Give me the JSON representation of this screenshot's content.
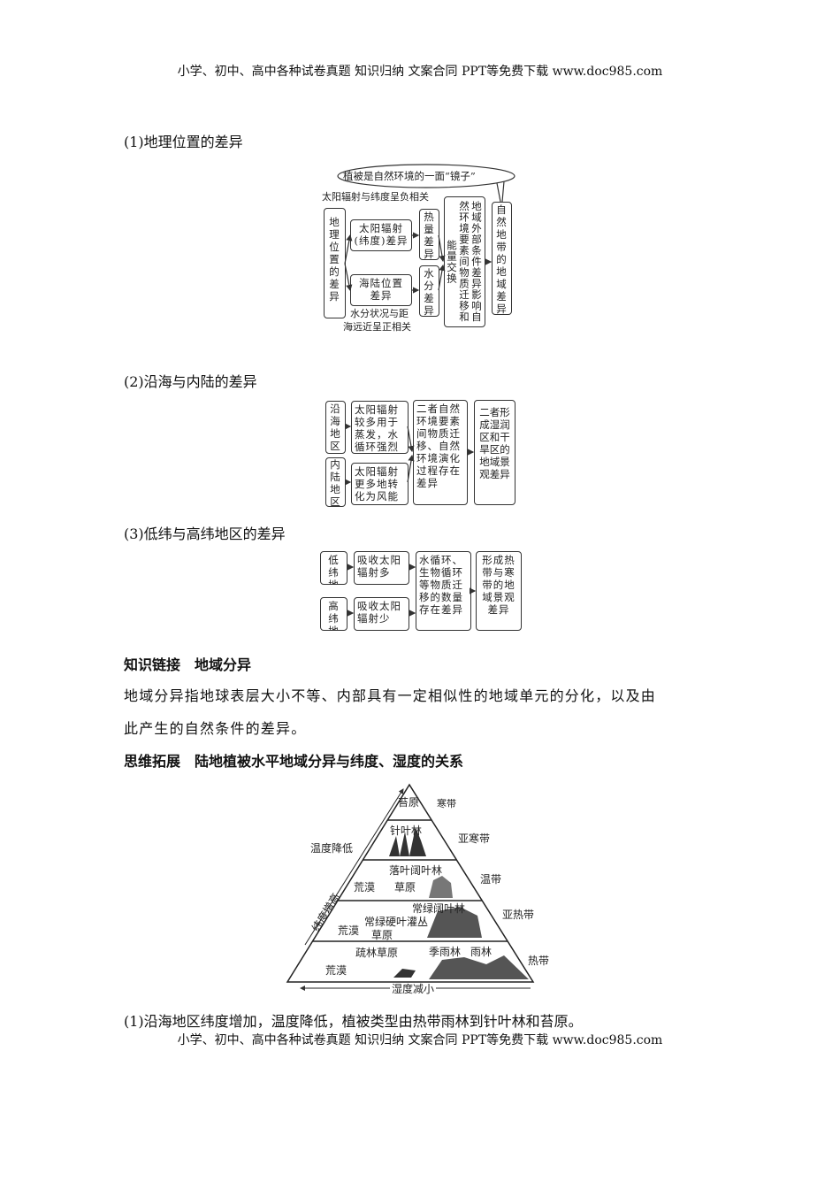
{
  "header": "小学、初中、高中各种试卷真题 知识归纳 文案合同 PPT等免费下载  www.doc985.com",
  "footer": "小学、初中、高中各种试卷真题 知识归纳 文案合同 PPT等免费下载  www.doc985.com",
  "section1": {
    "title": "(1)地理位置的差异",
    "bubble": "植被是自然环境的一面“镜子”",
    "top_note": "太阳辐射与纬度呈负相关",
    "bottom_note1": "水分状况与距",
    "bottom_note2": "海远近呈正相关",
    "origin": "地理位置的差异",
    "solar": "太阳辐射(纬度)差异",
    "landsea": "海陆位置差异",
    "heat": "热量差异",
    "water": "水分差异",
    "mid": "地域外部条件差异影响自然环境要素间物质迁移和能量交换",
    "result": "自然地带的地域差异"
  },
  "section2": {
    "title": "(2)沿海与内陆的差异",
    "coast": "沿海地区",
    "inland": "内陆地区",
    "coast_effect": "太阳辐射较多用于蒸发，水循环强烈",
    "inland_effect": "太阳辐射更多地转化为风能",
    "mid": "二者自然环境要素间物质迁移、自然环境演化过程存在差异",
    "result": "二者形成湿润区和干旱区的地域景观差异"
  },
  "section3": {
    "title": "(3)低纬与高纬地区的差异",
    "low": "低纬地区",
    "high": "高纬地区",
    "low_effect": "吸收太阳辐射多",
    "high_effect": "吸收太阳辐射少",
    "mid": "水循环、生物循环等物质迁移的数量存在差异",
    "result": "形成热带与寒带的地域景观差异"
  },
  "knowledge": {
    "title": "知识链接　地域分异",
    "line1": "地域分异指地球表层大小不等、内部具有一定相似性的地域单元的分化，以及由",
    "line2": "此产生的自然条件的差异。"
  },
  "thinking": {
    "title": "思维拓展　陆地植被水平地域分异与纬度、湿度的关系"
  },
  "pyramid": {
    "tundra": "苔原",
    "cold": "寒带",
    "taiga": "针叶林",
    "subarctic": "亚寒带",
    "temp_drop": "温度降低",
    "lat_up": "纬度增高",
    "deciduous": "落叶阔叶林",
    "temperate": "温带",
    "desert": "荒漠",
    "grassland": "草原",
    "evergreen": "常绿阔叶林",
    "sclerophyll": "常绿硬叶灌丛",
    "subtropical": "亚热带",
    "savanna": "疏林草原",
    "monsoon": "季雨林",
    "rainforest": "雨林",
    "tropical": "热带",
    "humidity": "湿度减小"
  },
  "conclusion": "(1)沿海地区纬度增加，温度降低，植被类型由热带雨林到针叶林和苔原。"
}
